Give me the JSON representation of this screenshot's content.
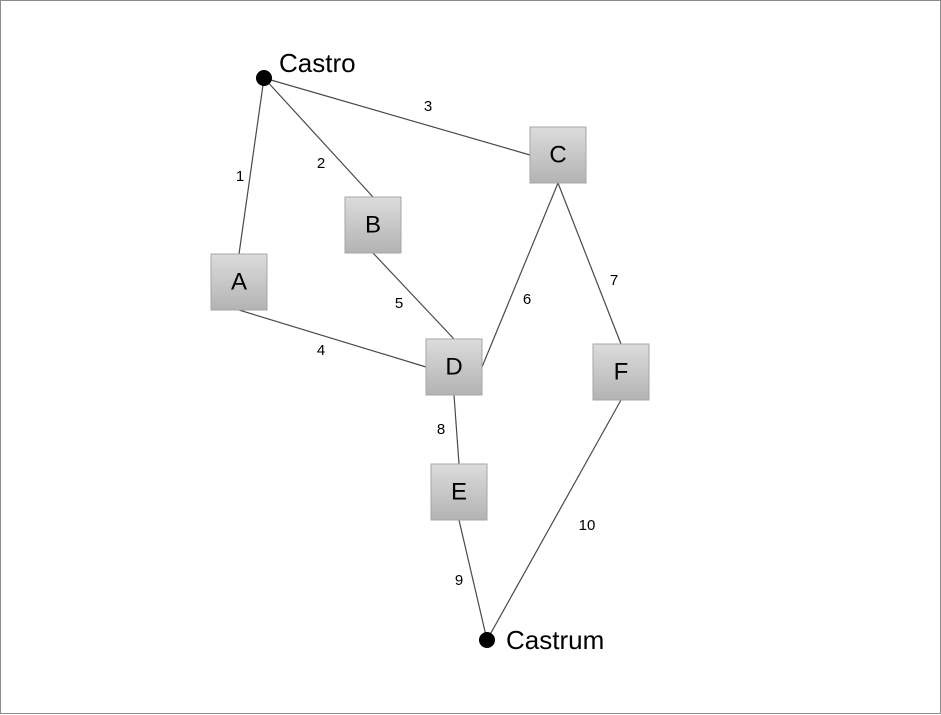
{
  "diagram": {
    "endpoints": [
      {
        "id": "castro",
        "label": "Castro"
      },
      {
        "id": "castrum",
        "label": "Castrum"
      }
    ],
    "nodes": [
      {
        "id": "A",
        "label": "A"
      },
      {
        "id": "B",
        "label": "B"
      },
      {
        "id": "C",
        "label": "C"
      },
      {
        "id": "D",
        "label": "D"
      },
      {
        "id": "E",
        "label": "E"
      },
      {
        "id": "F",
        "label": "F"
      }
    ],
    "edges": [
      {
        "from": "castro",
        "to": "A",
        "label": "1"
      },
      {
        "from": "castro",
        "to": "B",
        "label": "2"
      },
      {
        "from": "castro",
        "to": "C",
        "label": "3"
      },
      {
        "from": "A",
        "to": "D",
        "label": "4"
      },
      {
        "from": "B",
        "to": "D",
        "label": "5"
      },
      {
        "from": "C",
        "to": "D",
        "label": "6"
      },
      {
        "from": "C",
        "to": "F",
        "label": "7"
      },
      {
        "from": "D",
        "to": "E",
        "label": "8"
      },
      {
        "from": "E",
        "to": "castrum",
        "label": "9"
      },
      {
        "from": "F",
        "to": "castrum",
        "label": "10"
      }
    ]
  }
}
